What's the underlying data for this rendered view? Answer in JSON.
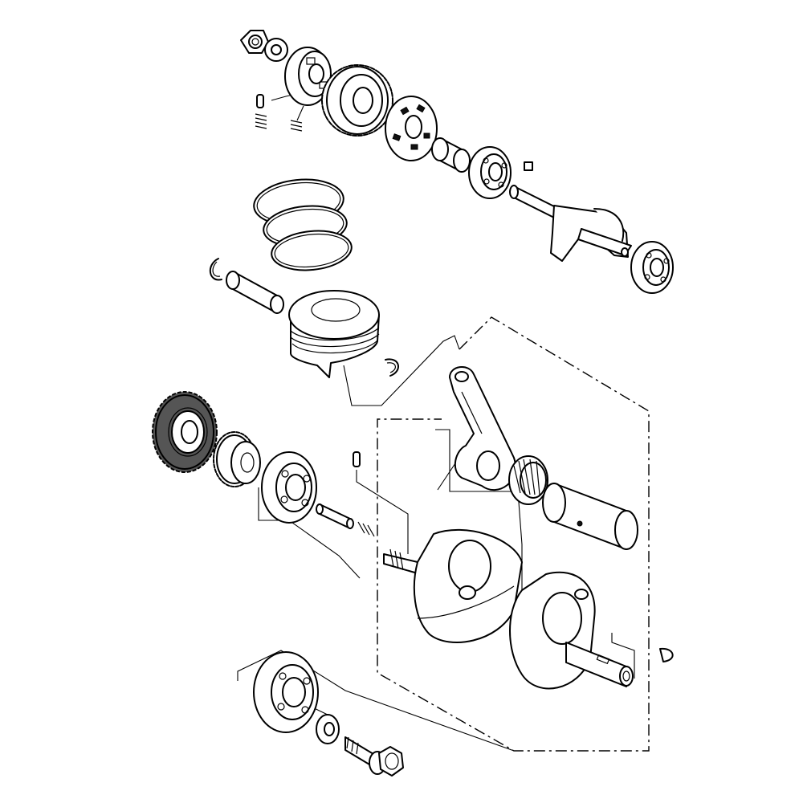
{
  "diagram": {
    "type": "exploded-parts-view",
    "line_color": "#000000",
    "background_color": "#ffffff",
    "highlight_color": "#555555",
    "parts": [
      "nut",
      "lock-washer",
      "pin",
      "spring",
      "cam-plate",
      "driven-gear",
      "rotor-plate",
      "collar",
      "bearing",
      "key",
      "balancer-shaft",
      "bearing",
      "piston-ring-set",
      "circlip",
      "piston-pin",
      "piston",
      "circlip",
      "primary-drive-gear",
      "drive-sprocket-gear",
      "bearing",
      "pin",
      "spring",
      "connecting-rod",
      "needle-bearing",
      "crank-pin",
      "crankshaft-left",
      "crankshaft-right",
      "woodruff-key",
      "bearing",
      "washer",
      "flange-bolt"
    ]
  }
}
